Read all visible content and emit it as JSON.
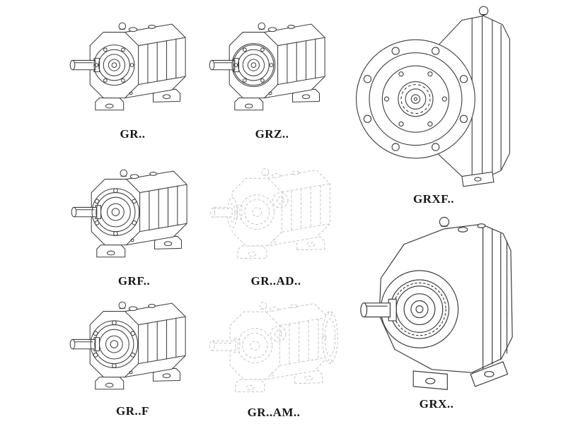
{
  "page": {
    "background": "#ffffff",
    "description": "catalog sheet of eight isometric line drawings of helical gear reducers"
  },
  "colors": {
    "line": "#3f3f3f",
    "phantom_line": "#c3c3c3",
    "label": "#161616",
    "background": "#ffffff"
  },
  "products": [
    {
      "id": "gr",
      "label": "GR..",
      "drawing": "foot-mounted-gear-reducer",
      "drawing_style": "solid-line"
    },
    {
      "id": "grz",
      "label": "GRZ..",
      "drawing": "foot-mounted-gear-reducer-large-bore",
      "drawing_style": "solid-line"
    },
    {
      "id": "grxf",
      "label": "GRXF..",
      "drawing": "flange-mounted-gear-reducer",
      "drawing_style": "solid-line"
    },
    {
      "id": "grf",
      "label": "GRF..",
      "drawing": "foot-mounted-gear-reducer-with-flange",
      "drawing_style": "solid-line"
    },
    {
      "id": "gr-ad",
      "label": "GR..AD..",
      "drawing": "gear-reducer-with-input-adapter",
      "drawing_style": "phantom-dashed"
    },
    {
      "id": "grx",
      "label": "GRX..",
      "drawing": "large-foot-mounted-gear-reducer",
      "drawing_style": "solid-line"
    },
    {
      "id": "gr-f",
      "label": "GR..F",
      "drawing": "foot-and-flange-gear-reducer",
      "drawing_style": "solid-line"
    },
    {
      "id": "gr-am",
      "label": "GR..AM..",
      "drawing": "gear-reducer-with-motor-flange",
      "drawing_style": "phantom-dashed"
    }
  ]
}
